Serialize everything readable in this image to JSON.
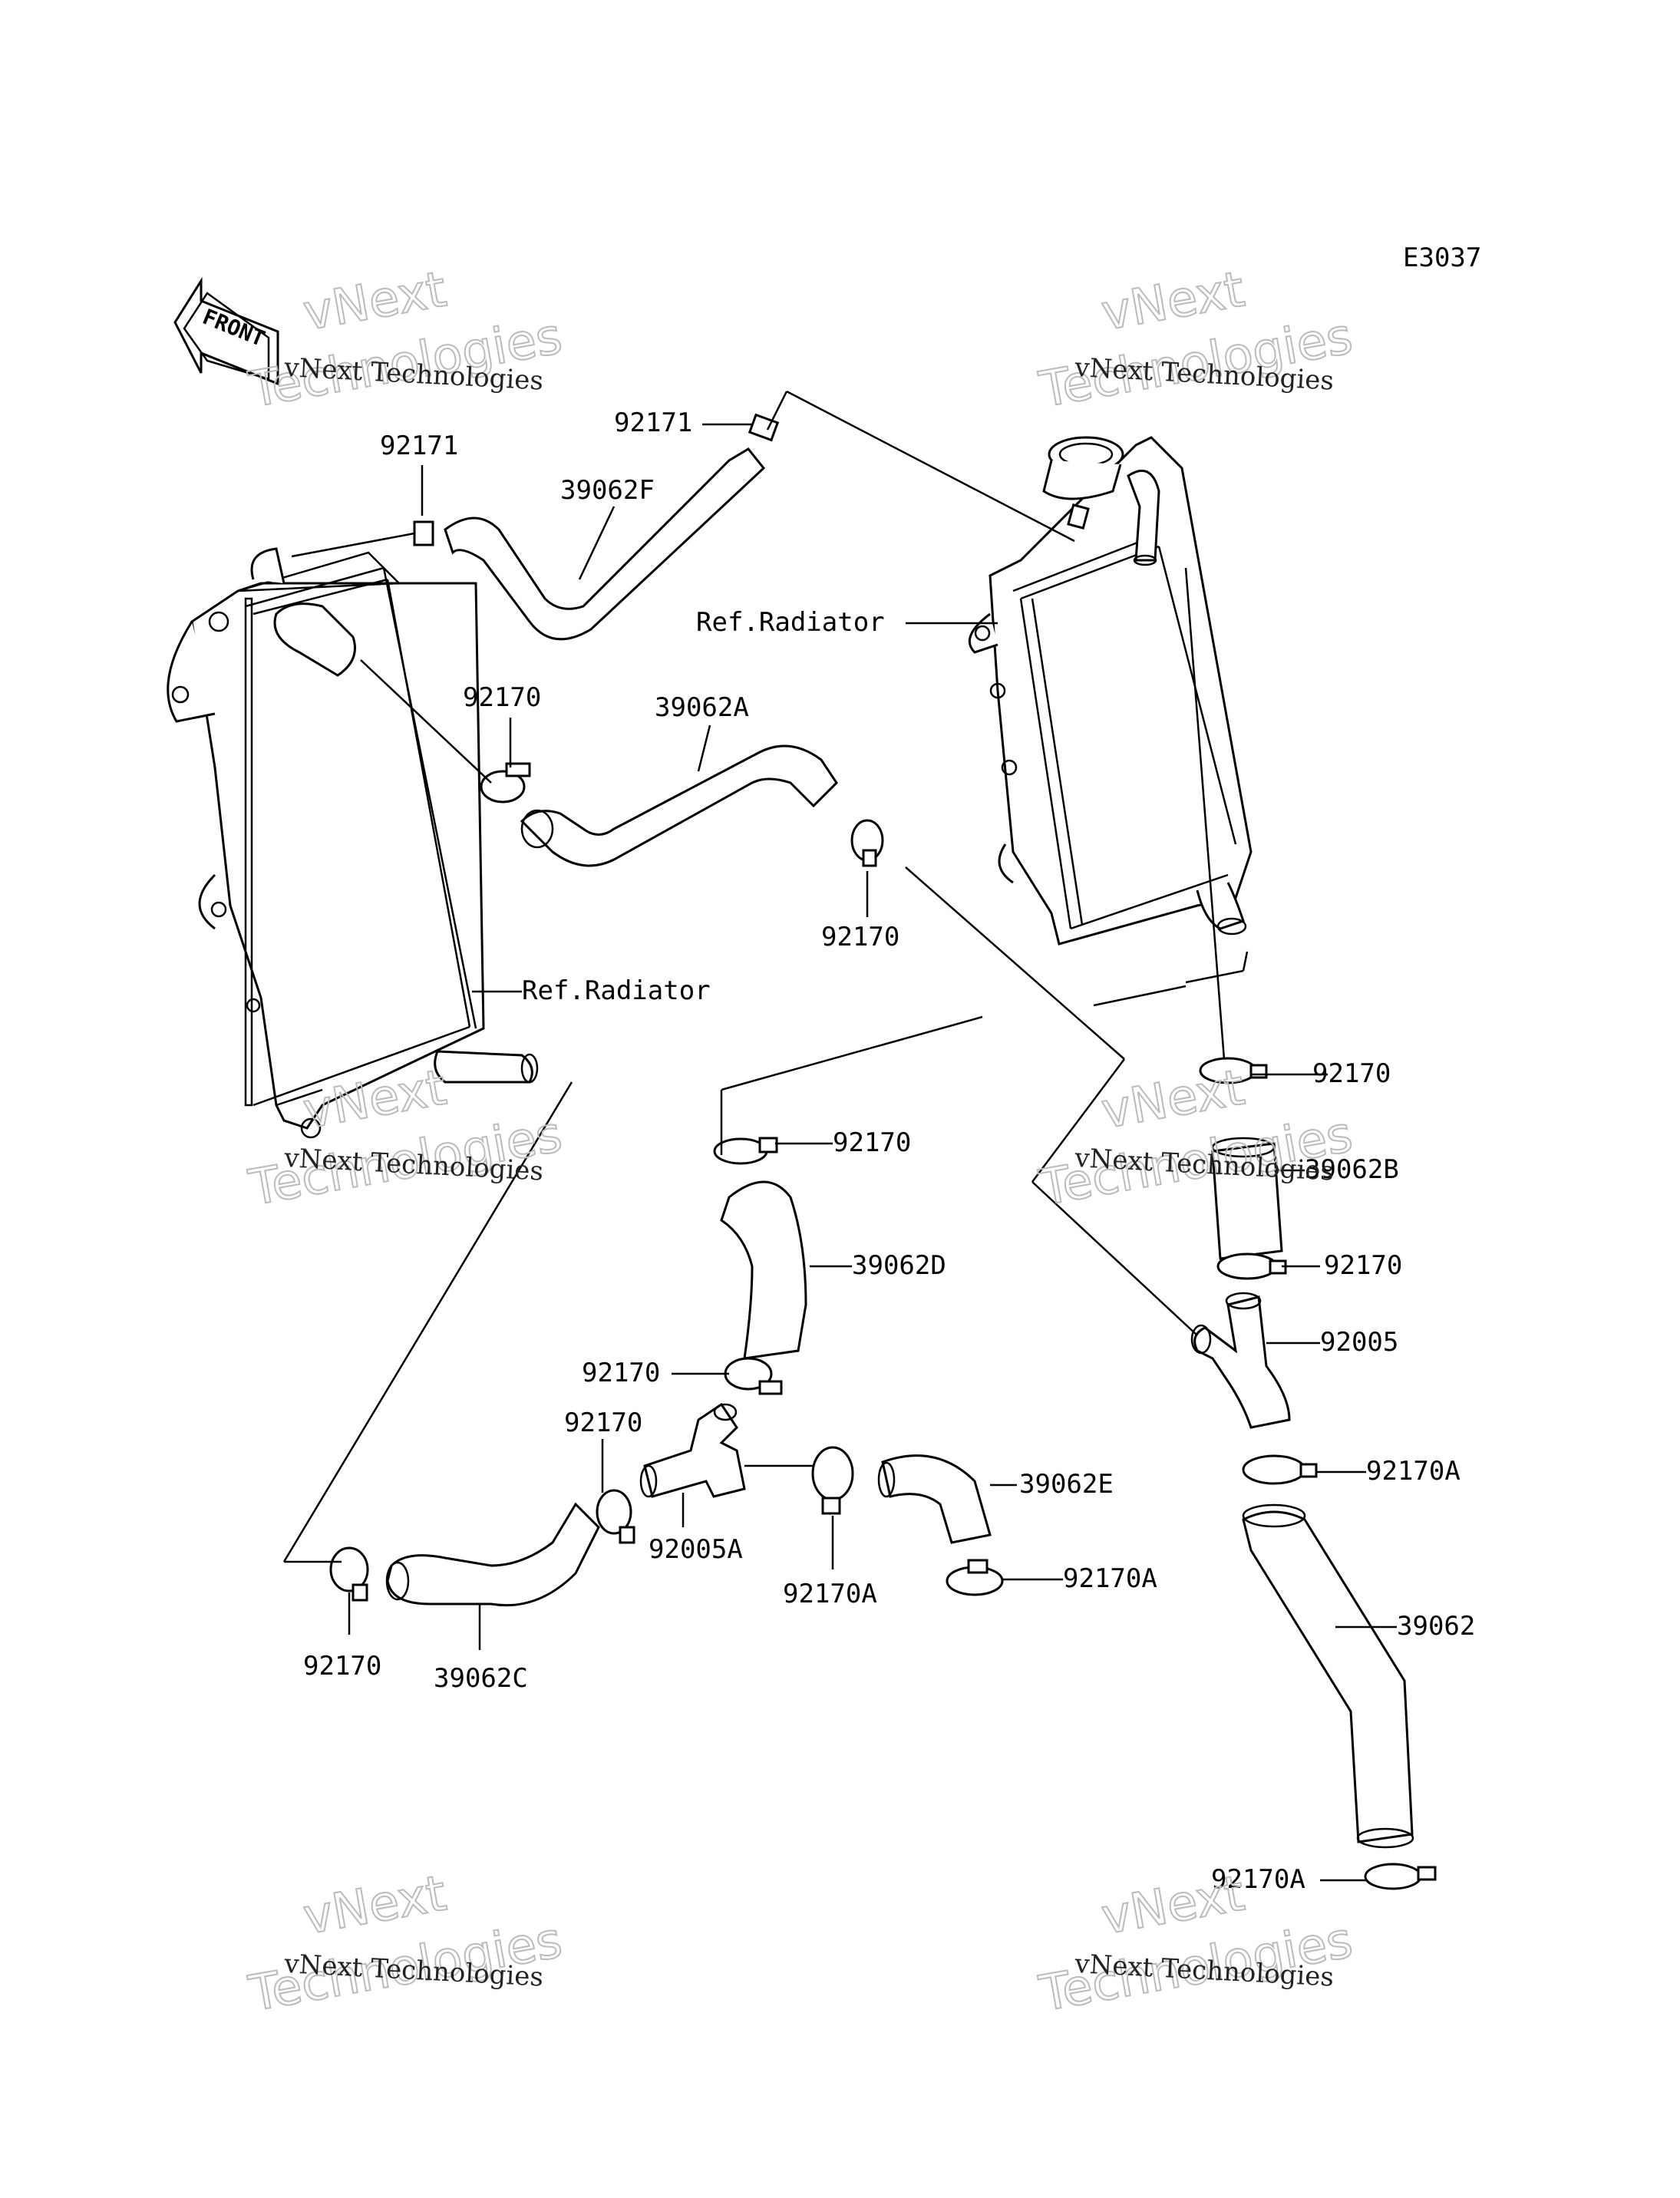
{
  "diagram_code": "E3037",
  "front_label": "FRONT",
  "watermark": {
    "line1": "vNext Technologies",
    "line2": "vNext",
    "line3": "Technologies"
  },
  "labels": [
    {
      "id": "l-92171-left",
      "text": "92171"
    },
    {
      "id": "l-92171-top",
      "text": "92171"
    },
    {
      "id": "l-39062F",
      "text": "39062F"
    },
    {
      "id": "l-ref-radiator-right",
      "text": "Ref.Radiator"
    },
    {
      "id": "l-92170-a",
      "text": "92170"
    },
    {
      "id": "l-39062A",
      "text": "39062A"
    },
    {
      "id": "l-92170-b",
      "text": "92170"
    },
    {
      "id": "l-ref-radiator-left",
      "text": "Ref.Radiator"
    },
    {
      "id": "l-92170-c",
      "text": "92170"
    },
    {
      "id": "l-92170-d",
      "text": "92170"
    },
    {
      "id": "l-39062B",
      "text": "39062B"
    },
    {
      "id": "l-39062D",
      "text": "39062D"
    },
    {
      "id": "l-92170-e",
      "text": "92170"
    },
    {
      "id": "l-92005",
      "text": "92005"
    },
    {
      "id": "l-92170-f",
      "text": "92170"
    },
    {
      "id": "l-92170-g",
      "text": "92170"
    },
    {
      "id": "l-92170A-a",
      "text": "92170A"
    },
    {
      "id": "l-39062E",
      "text": "39062E"
    },
    {
      "id": "l-92005A",
      "text": "92005A"
    },
    {
      "id": "l-92170A-b",
      "text": "92170A"
    },
    {
      "id": "l-92170A-c",
      "text": "92170A"
    },
    {
      "id": "l-39062",
      "text": "39062"
    },
    {
      "id": "l-92170-h",
      "text": "92170"
    },
    {
      "id": "l-39062C",
      "text": "39062C"
    },
    {
      "id": "l-92170A-d",
      "text": "92170A"
    }
  ]
}
